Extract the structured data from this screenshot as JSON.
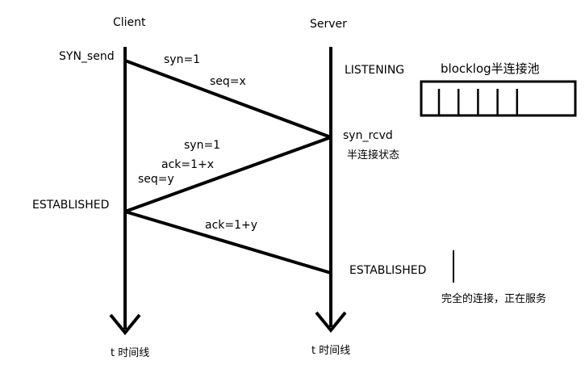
{
  "actors": {
    "client": "Client",
    "server": "Server"
  },
  "client_states": {
    "syn_send": "SYN_send",
    "established": "ESTABLISHED"
  },
  "server_states": {
    "listening": "LISTENING",
    "syn_rcvd": "syn_rcvd",
    "half_conn_state": "半连接状态",
    "established": "ESTABLISHED"
  },
  "messages": {
    "m1_syn": "syn=1",
    "m1_seq": "seq=x",
    "m2_syn": "syn=1",
    "m2_ack": "ack=1+x",
    "m2_seq": "seq=y",
    "m3_ack": "ack=1+y"
  },
  "backlog": {
    "title": "blocklog半连接池",
    "slots_filled": 5
  },
  "full_conn_note": "完全的连接，正在服务",
  "timeline": {
    "client": "t 时间线",
    "server": "t 时间线"
  }
}
